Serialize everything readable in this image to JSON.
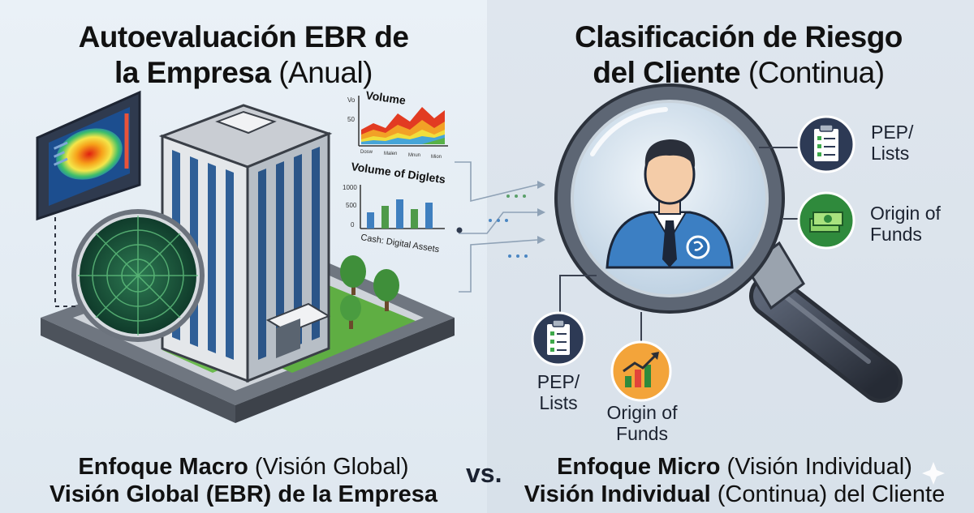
{
  "left": {
    "title_bold_1": "Autoevaluación EBR de",
    "title_bold_2": "la Empresa",
    "title_light_2": "(Anual)",
    "footer_1_bold": "Enfoque Macro",
    "footer_1_light": "(Visión Global)",
    "footer_2_bold": "Visión Global (EBR) de la Empresa",
    "chart1": {
      "title": "Volume",
      "ylabel": "Vo",
      "tick": "50",
      "xlabels": [
        "Dosw",
        "Malen",
        "Mnun",
        "Mion"
      ]
    },
    "chart2": {
      "title": "Volume of Diglets",
      "ticks": [
        "1000",
        "500",
        "0"
      ],
      "caption": "Cash: Digital Assets"
    }
  },
  "right": {
    "title_bold_1": "Clasificación de Riesgo",
    "title_bold_2": "del Cliente",
    "title_light_2": "(Continua)",
    "footer_1_bold": "Enfoque Micro",
    "footer_1_light": "(Visión Individual)",
    "footer_2_bold": "Visión Individual",
    "footer_2_light": "(Continua) del Cliente",
    "factors": [
      {
        "label_1": "PEP/",
        "label_2": "Lists",
        "icon": "clipboard-checklist-icon"
      },
      {
        "label_1": "Origin of",
        "label_2": "Funds",
        "icon": "money-stack-icon"
      },
      {
        "label_1": "PEP/",
        "label_2": "Lists",
        "icon": "clipboard-checklist-icon"
      },
      {
        "label_1": "Origin of",
        "label_2": "Funds",
        "icon": "growth-chart-icon"
      }
    ]
  },
  "vs": "vs.",
  "colors": {
    "navy": "#2b3a55",
    "green": "#3a8a3c",
    "accent_orange": "#f0a030",
    "magnifier": "#3d4452"
  }
}
